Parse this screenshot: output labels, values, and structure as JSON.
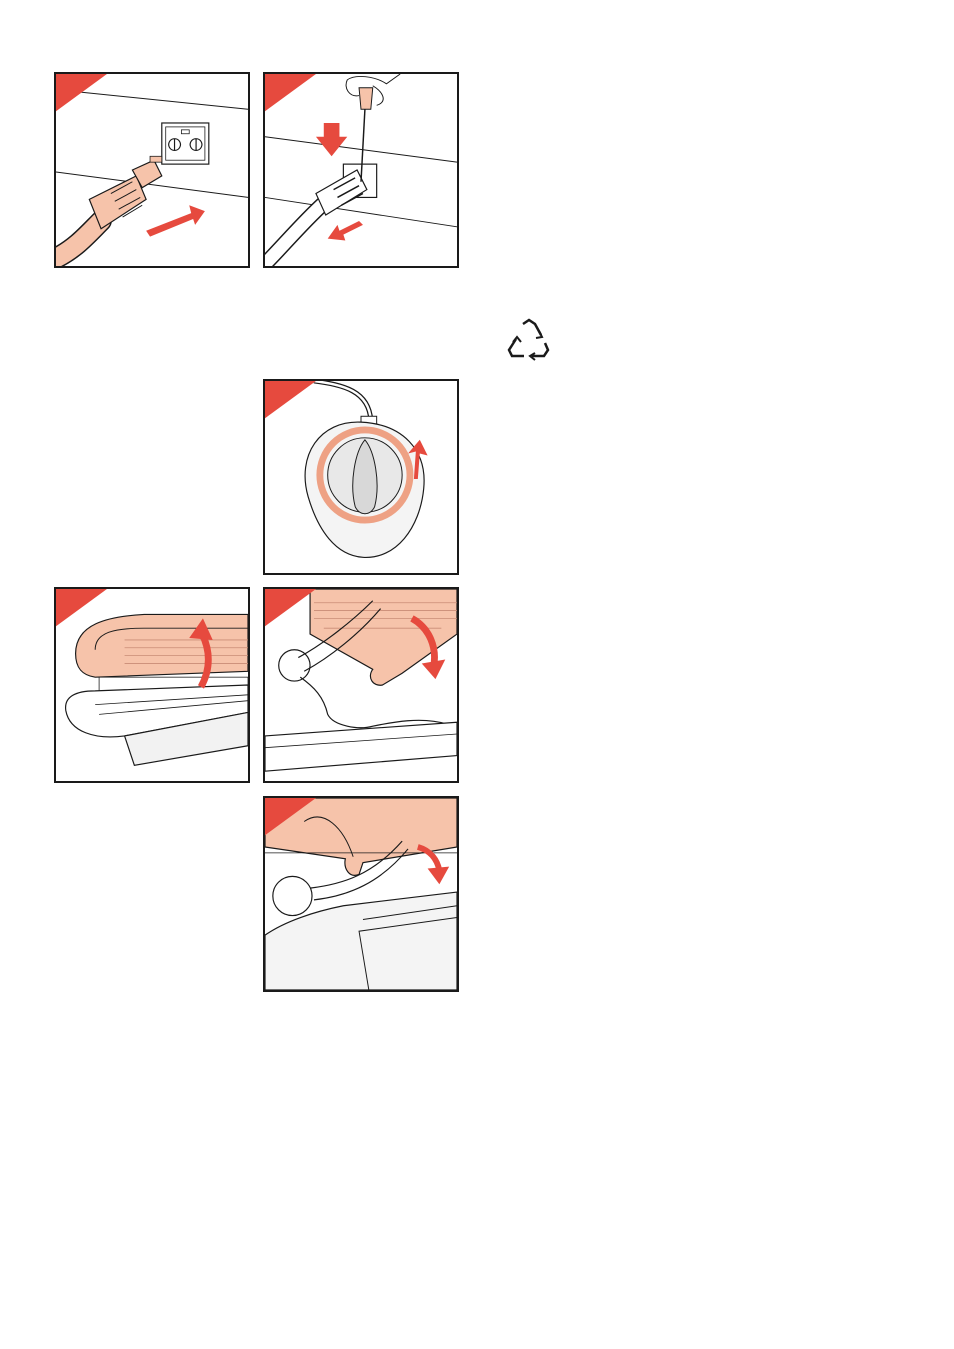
{
  "document": {
    "type": "illustrated instruction page",
    "panels": [
      {
        "id": "p1",
        "name": "panel-plug-insert",
        "icon": "plug-insert-illustration"
      },
      {
        "id": "p2",
        "name": "panel-plug-release",
        "icon": "screwdriver-release-illustration"
      },
      {
        "id": "p3",
        "name": "panel-timer-dial",
        "icon": "timer-dial-illustration"
      },
      {
        "id": "p4",
        "name": "panel-open-canopy",
        "icon": "sunbed-open-illustration"
      },
      {
        "id": "p5",
        "name": "panel-lower-canopy",
        "icon": "person-lower-canopy-illustration"
      },
      {
        "id": "p6",
        "name": "panel-close-canopy",
        "icon": "person-close-canopy-illustration"
      }
    ],
    "symbols": [
      {
        "name": "recycle-icon"
      }
    ]
  },
  "colors": {
    "corner_tab": "#e64a3e",
    "arrow": "#e64a3e",
    "peach_fill": "#f6c3aa",
    "outline": "#1a1a1a",
    "dial_ring": "#eea184"
  }
}
